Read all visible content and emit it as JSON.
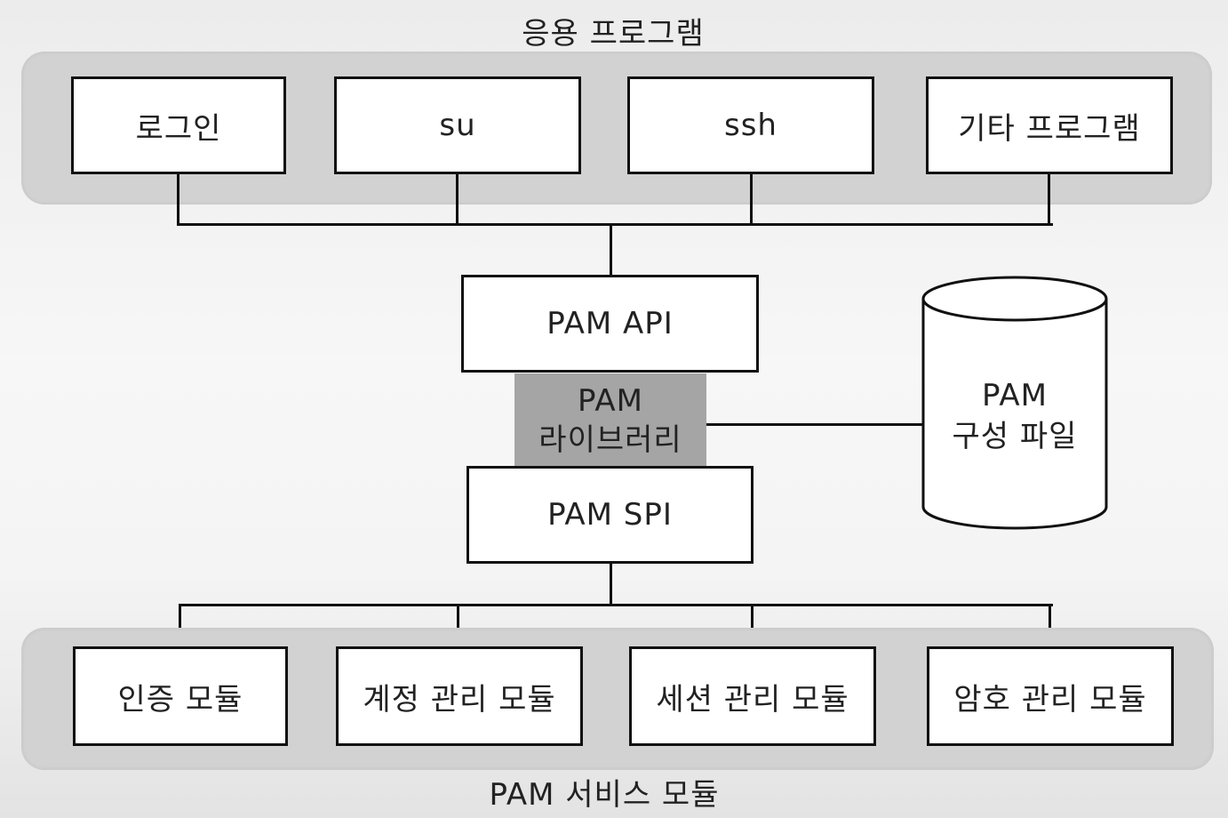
{
  "top_group": {
    "label": "응용 프로그램",
    "apps": [
      "로그인",
      "su",
      "ssh",
      "기타 프로그램"
    ]
  },
  "pam_api": "PAM API",
  "pam_library": {
    "line1": "PAM",
    "line2": "라이브러리"
  },
  "pam_spi": "PAM SPI",
  "config_file": {
    "line1": "PAM",
    "line2": "구성 파일"
  },
  "bottom_group": {
    "label": "PAM 서비스 모듈",
    "modules": [
      "인증 모듈",
      "계정 관리 모듈",
      "세션 관리 모듈",
      "암호 관리 모듈"
    ]
  }
}
